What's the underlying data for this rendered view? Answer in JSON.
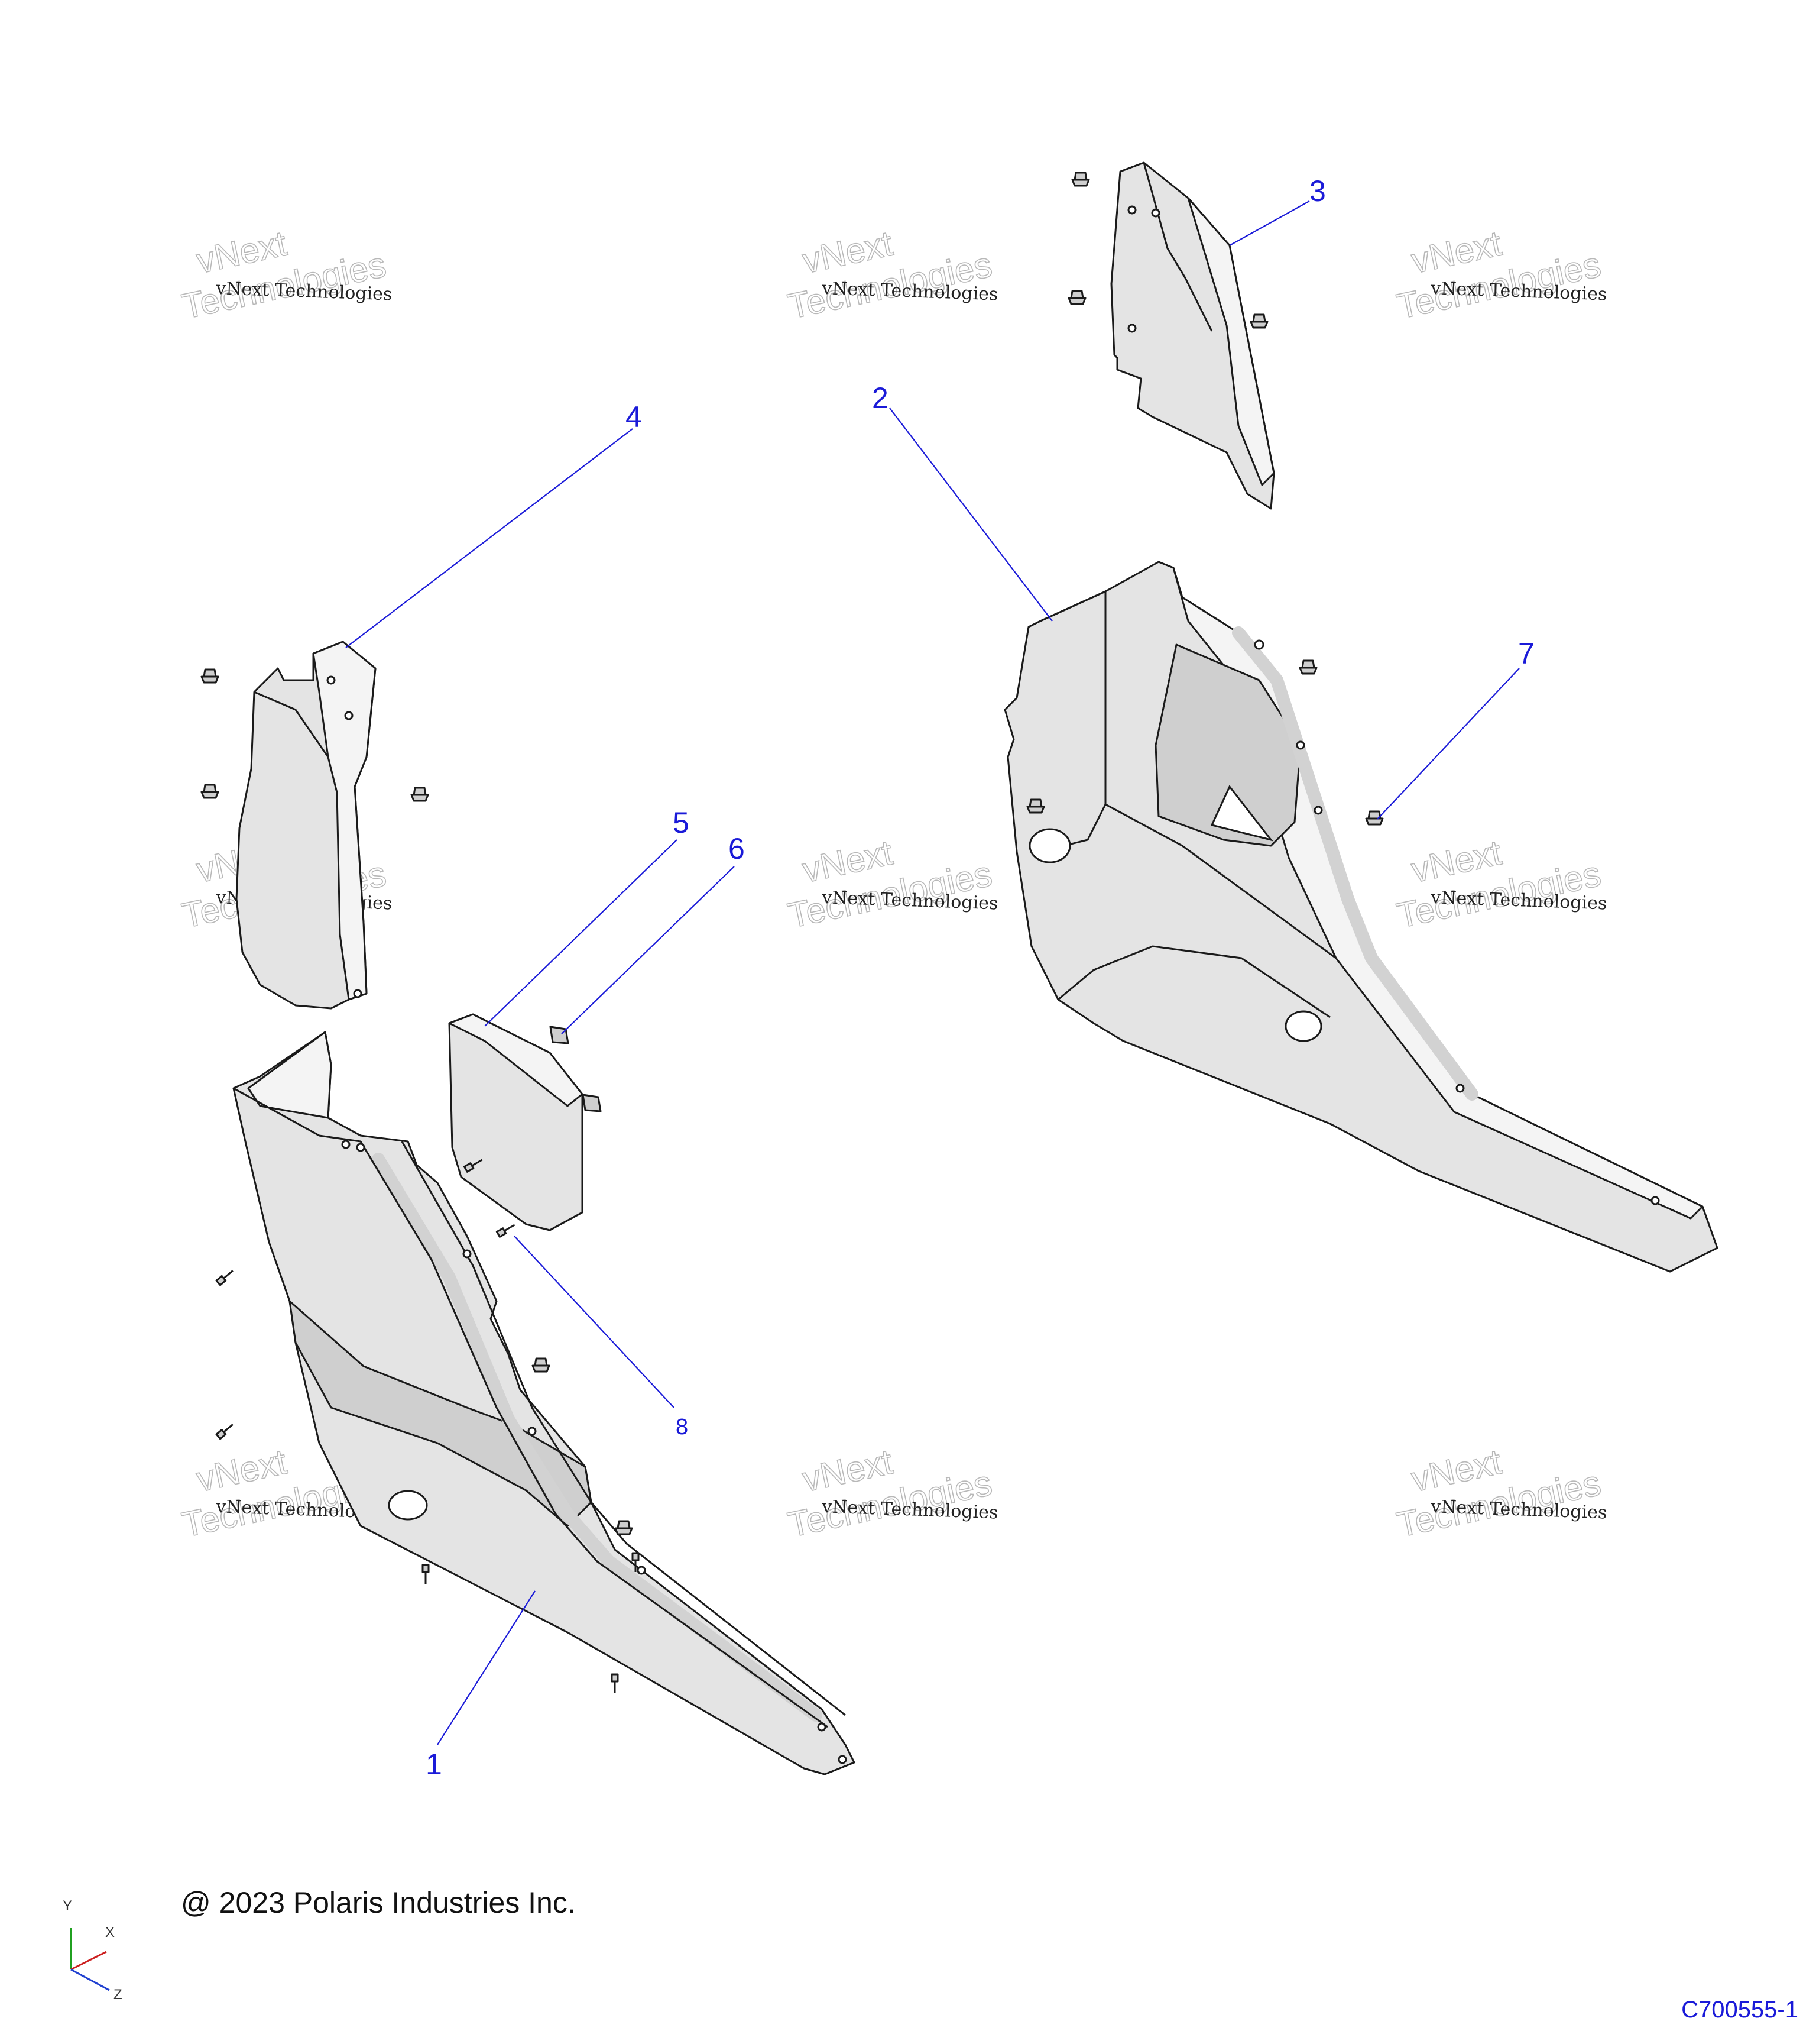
{
  "callouts": [
    "1",
    "2",
    "3",
    "4",
    "5",
    "6",
    "7",
    "8"
  ],
  "watermark": {
    "line1": "vNext Technologies",
    "big_line1": "vNext",
    "big_line2": "Technologies"
  },
  "axis": {
    "y": "Y",
    "x": "X",
    "z": "Z"
  },
  "copyright": "@ 2023 Polaris Industries Inc.",
  "drawing_code": "C700555-1",
  "colors": {
    "callout": "#1a1ad8",
    "part_fill": "#e4e4e4",
    "outline": "#1a1a1a"
  }
}
